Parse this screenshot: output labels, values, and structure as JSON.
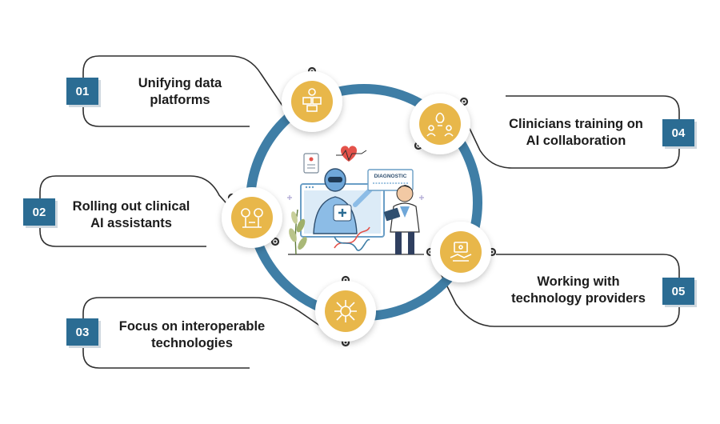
{
  "steps": [
    {
      "number": "01",
      "line1": "Unifying data",
      "line2": "platforms",
      "icon": "data-platform-icon"
    },
    {
      "number": "02",
      "line1": "Rolling out clinical",
      "line2": "AI assistants",
      "icon": "ai-assistant-icon"
    },
    {
      "number": "03",
      "line1": "Focus on interoperable",
      "line2": "technologies",
      "icon": "network-icon"
    },
    {
      "number": "04",
      "line1": "Clinicians training on",
      "line2": "AI collaboration",
      "icon": "training-icon"
    },
    {
      "number": "05",
      "line1": "Working with",
      "line2": "technology providers",
      "icon": "handshake-icon"
    }
  ],
  "illustration": {
    "screen_label": "DIAGNOSTIC"
  },
  "colors": {
    "ring": "#3f7ea6",
    "ring_dark": "#2b6c93",
    "badge": "#2b6c93",
    "icon_fill": "#e8b74a",
    "outline": "#2f2f2f"
  }
}
